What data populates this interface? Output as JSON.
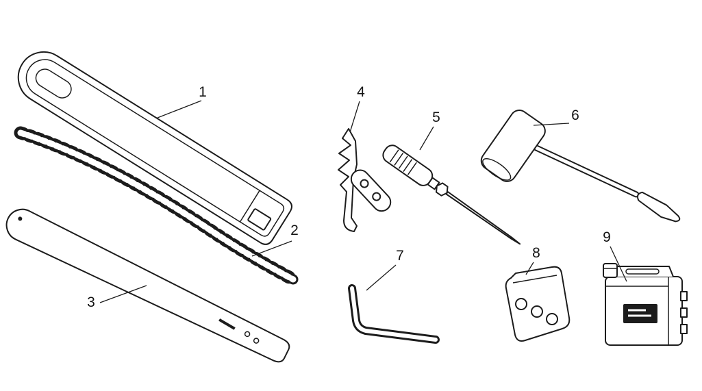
{
  "figure": {
    "background_color": "#ffffff",
    "line_color": "#1c1c1c"
  },
  "callouts": [
    {
      "label": "1"
    },
    {
      "label": "2"
    },
    {
      "label": "3"
    },
    {
      "label": "4"
    },
    {
      "label": "5"
    },
    {
      "label": "6"
    },
    {
      "label": "7"
    },
    {
      "label": "8"
    },
    {
      "label": "9"
    }
  ]
}
